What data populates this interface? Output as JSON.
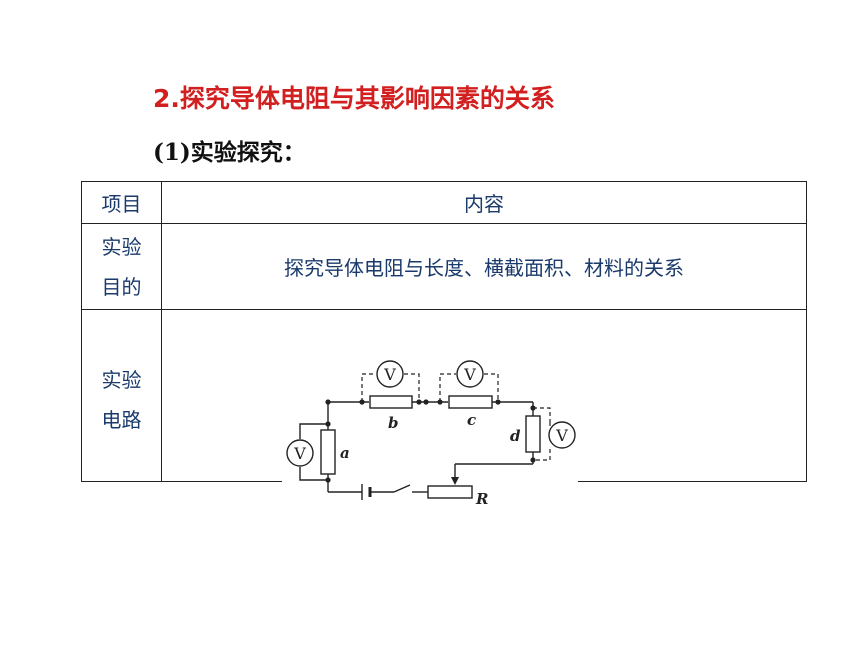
{
  "heading": "2.探究导体电阻与其影响因素的关系",
  "subheading": "(1)实验探究：",
  "table": {
    "header": {
      "col1": "项目",
      "col2": "内容"
    },
    "rows": [
      {
        "label_line1": "实验",
        "label_line2": "目的",
        "content": "探究导体电阻与长度、横截面积、材料的关系"
      },
      {
        "label_line1": "实验",
        "label_line2": "电路",
        "content": ""
      }
    ]
  },
  "circuit": {
    "voltmeter_symbol": "V",
    "resistor_labels": [
      "a",
      "b",
      "c",
      "d"
    ],
    "rheostat_label": "R"
  }
}
